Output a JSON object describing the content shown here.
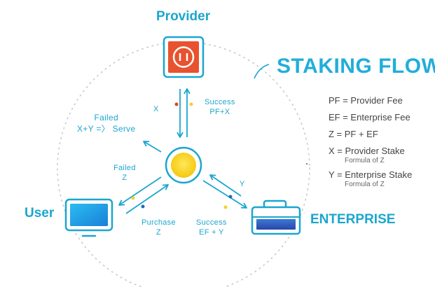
{
  "title": "STAKING FLOW",
  "nodes": {
    "provider": "Provider",
    "user": "User",
    "enterprise": "ENTERPRISE"
  },
  "flows": {
    "provider_x": "X",
    "provider_success": "Success",
    "provider_success_value": "PF+X",
    "failed_serve": "Failed",
    "failed_serve_value": "X+Y =〉 Serve",
    "user_failed": "Failed",
    "user_failed_value": "Z",
    "user_purchase": "Purchase",
    "user_purchase_value": "Z",
    "enterprise_y": "Y",
    "enterprise_success": "Success",
    "enterprise_success_value": "EF + Y"
  },
  "legend": [
    {
      "text": "PF = Provider Fee",
      "sub": ""
    },
    {
      "text": "EF = Enterprise Fee",
      "sub": ""
    },
    {
      "text": "Z = PF + EF",
      "sub": ""
    },
    {
      "text": "X = Provider Stake",
      "sub": "Formula of Z"
    },
    {
      "text": "Y = Enterprise Stake",
      "sub": "Formula of Z"
    }
  ],
  "colors": {
    "accent": "#1ba6cf",
    "provider_fill": "#e8522f",
    "hub_yellow": "#f7d51a",
    "screen_blue": "#1d9fe6",
    "briefcase_blue": "#2f5db8",
    "dot_yellow": "#f2d22a",
    "dot_red": "#d9481f",
    "dot_blue": "#1d6fa8",
    "circle_gray": "#c9c9c9"
  }
}
